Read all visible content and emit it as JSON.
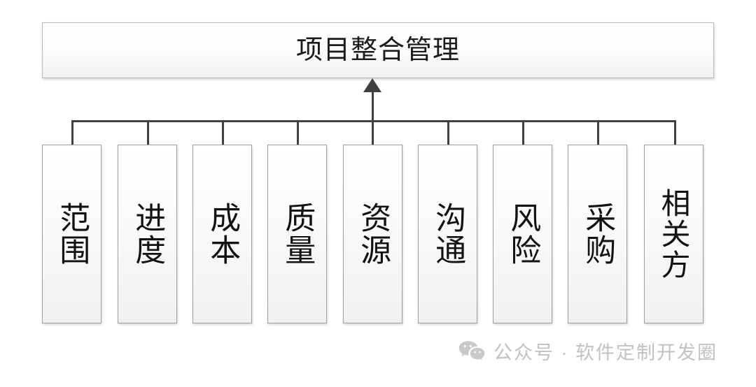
{
  "diagram": {
    "type": "hierarchy",
    "root": {
      "label": "项目整合管理"
    },
    "children": [
      {
        "label": "范围"
      },
      {
        "label": "进度"
      },
      {
        "label": "成本"
      },
      {
        "label": "质量"
      },
      {
        "label": "资源"
      },
      {
        "label": "沟通"
      },
      {
        "label": "风险"
      },
      {
        "label": "采购"
      },
      {
        "label": "相关方"
      }
    ]
  },
  "watermark": {
    "icon": "wechat-icon",
    "text": "公众号 · 软件定制开发圈"
  },
  "colors": {
    "background": "#ffffff",
    "connector": "#414141",
    "box_border": "#9f9f9f",
    "root_border": "#b9b9b9",
    "text": "#121212",
    "watermark_text": "#c2c2c2"
  }
}
